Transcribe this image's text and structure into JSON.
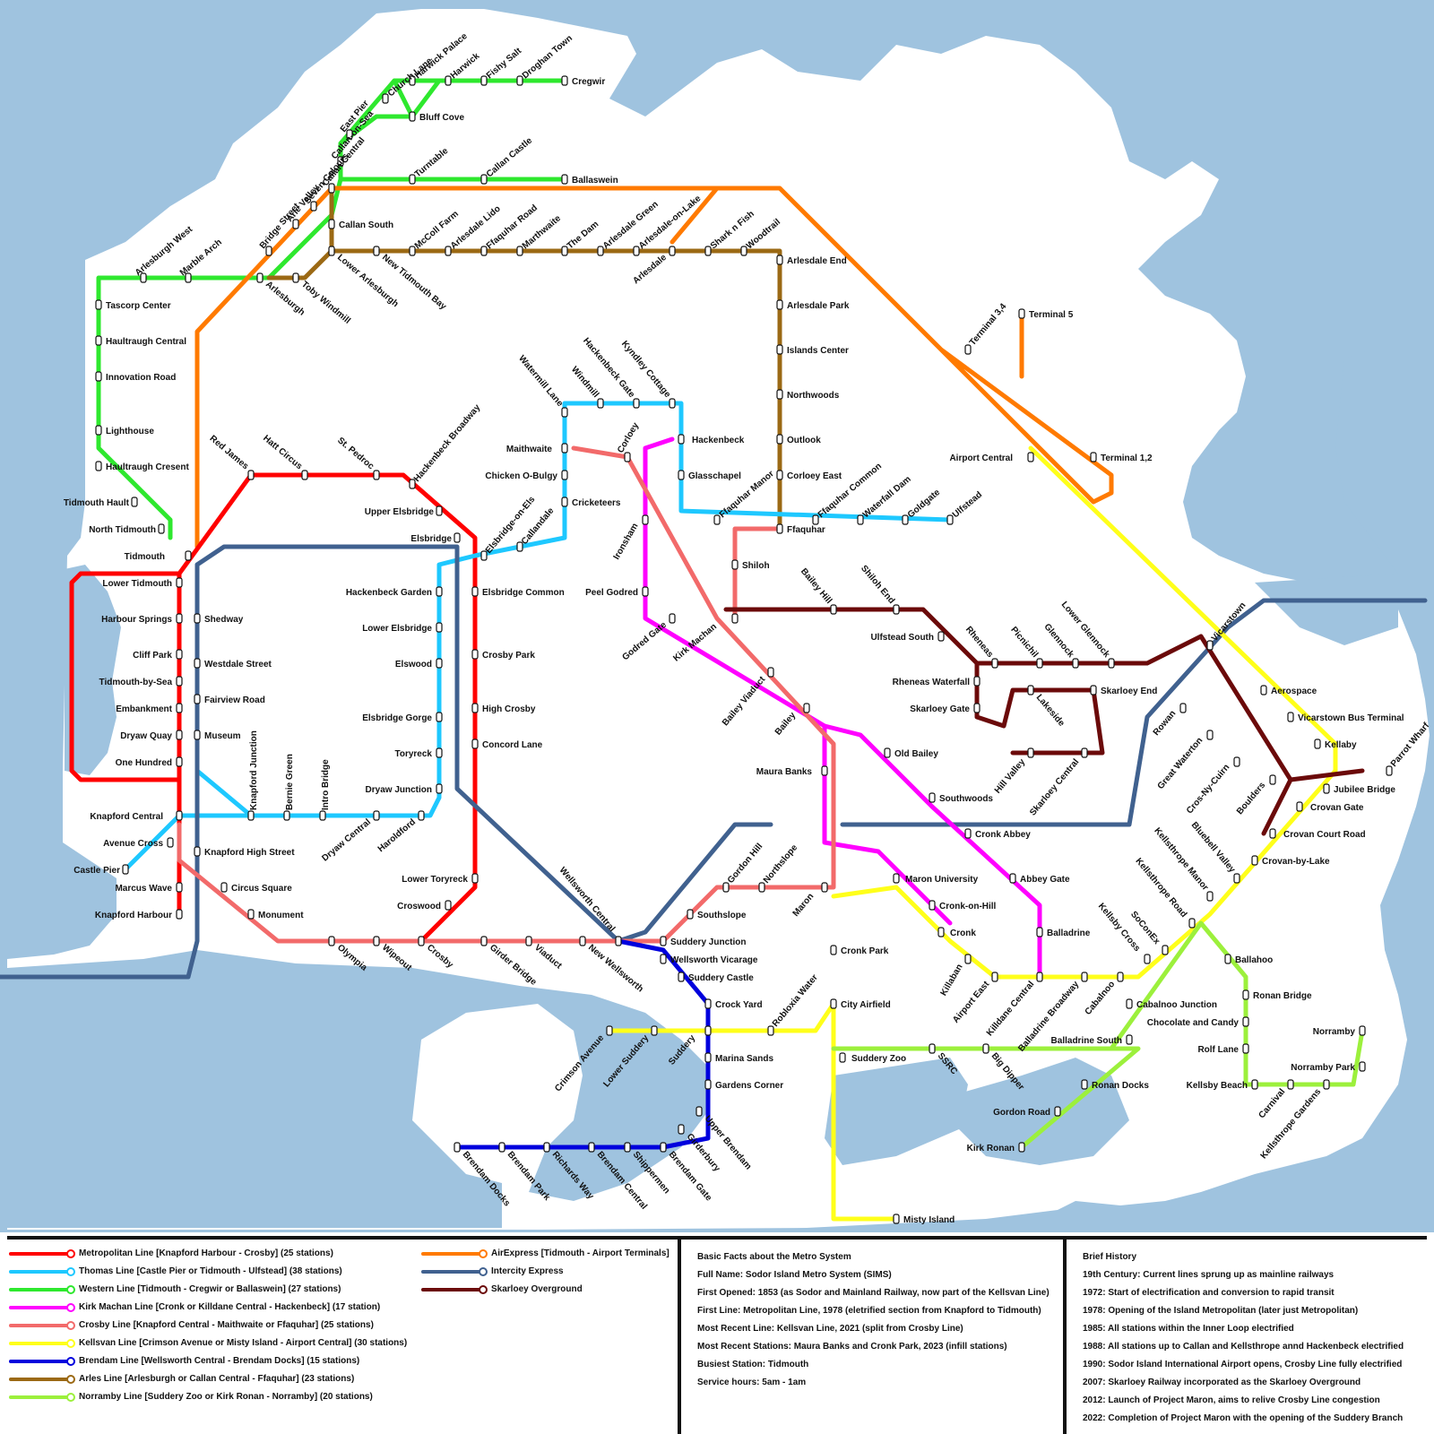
{
  "lines": [
    {
      "id": "metropolitan",
      "name": "Metropolitan Line [Knapford Harbour - Crosby] (25 stations)",
      "color": "#ff0000"
    },
    {
      "id": "thomas",
      "name": "Thomas Line [Castle Pier or Tidmouth - Ulfstead] (38 stations)",
      "color": "#1ec8ff"
    },
    {
      "id": "western",
      "name": "Western Line [Tidmouth - Cregwir or Ballaswein] (27 stations)",
      "color": "#2ee82e"
    },
    {
      "id": "kirkmachan",
      "name": "Kirk Machan Line [Cronk or Killdane Central - Hackenbeck] (17 station)",
      "color": "#ff00ff"
    },
    {
      "id": "crosby",
      "name": "Crosby Line [Knapford Central - Maithwaite or Ffaquhar] (25 stations)",
      "color": "#f26a6a"
    },
    {
      "id": "kellsvan",
      "name": "Kellsvan Line [Crimson Avenue or Misty Island - Airport Central] (30 stations)",
      "color": "#ffff1a"
    },
    {
      "id": "brendam",
      "name": "Brendam Line [Wellsworth Central - Brendam Docks] (15 stations)",
      "color": "#0000dd"
    },
    {
      "id": "arles",
      "name": "Arles Line [Arlesburgh or Callan Central - Ffaquhar] (23 stations)",
      "color": "#9b6914"
    },
    {
      "id": "norramby",
      "name": "Norramby Line [Suddery Zoo or Kirk Ronan - Norramby] (20 stations)",
      "color": "#9cf03c"
    },
    {
      "id": "airexpress",
      "name": "AirExpress [Tidmouth - Airport Terminals]",
      "color": "#ff7a00"
    },
    {
      "id": "intercity",
      "name": "Intercity Express",
      "color": "#40618f"
    },
    {
      "id": "skarloey",
      "name": "Skarloey Overground",
      "color": "#6b0a0a"
    }
  ],
  "facts": {
    "heading": "Basic Facts about the Metro System",
    "items": [
      "Full Name: Sodor Island Metro System (SIMS)",
      "First Opened: 1853 (as Sodor and Mainland Railway, now part of the Kellsvan Line)",
      "First Line: Metropolitan Line, 1978 (eletrified section from Knapford to Tidmouth)",
      "Most Recent Line: Kellsvan Line, 2021 (split from Crosby Line)",
      "Most Recent Stations: Maura Banks and Cronk Park, 2023 (infill stations)",
      "Busiest Station: Tidmouth",
      "Service hours: 5am -  1am"
    ]
  },
  "history": {
    "heading": "Brief History",
    "items": [
      "19th Century: Current lines sprung up as mainline railways",
      "1972: Start of electrification and conversion to rapid transit",
      "1978: Opening of the Island Metropolitan (later just Metropolitan)",
      "1985: All stations within the Inner Loop electrified",
      "1988: All stations up to Callan and Kellsthrope annd Hackenbeck electrified",
      "1990: Sodor Island International Airport opens, Crosby Line fully electrified",
      "2007: Skarloey Railway incorporated as the Skarloey Overground",
      "2012: Launch of Project Maron, aims to relive Crosby Line congestion",
      "2022: Completion of Project Maron with the opening of the Suddery Branch"
    ]
  },
  "stations": [
    {
      "name": "Cregwir"
    },
    {
      "name": "Droghan Town"
    },
    {
      "name": "Fishy Salt"
    },
    {
      "name": "Harwick"
    },
    {
      "name": "Harwick Palace"
    },
    {
      "name": "Church Lane"
    },
    {
      "name": "Bluff Cove"
    },
    {
      "name": "East Pier"
    },
    {
      "name": "Callan-on-Sea"
    },
    {
      "name": "Callan Central"
    },
    {
      "name": "Seven Colours"
    },
    {
      "name": "Arle Valley"
    },
    {
      "name": "Bridge Street"
    },
    {
      "name": "Turntable"
    },
    {
      "name": "Callan Castle"
    },
    {
      "name": "Ballaswein"
    },
    {
      "name": "Callan South"
    },
    {
      "name": "McColl Farm"
    },
    {
      "name": "Arlesdale Lido"
    },
    {
      "name": "Ffaquhar Road"
    },
    {
      "name": "Marthwaite"
    },
    {
      "name": "The Dam"
    },
    {
      "name": "Arlesdale Green"
    },
    {
      "name": "Arlesdale-on-Lake"
    },
    {
      "name": "Arlesdale"
    },
    {
      "name": "Shark n Fish"
    },
    {
      "name": "Woodtrail"
    },
    {
      "name": "Arlesdale End"
    },
    {
      "name": "Arlesdale Park"
    },
    {
      "name": "Islands Center"
    },
    {
      "name": "Northwoods"
    },
    {
      "name": "Outlook"
    },
    {
      "name": "Corloey East"
    },
    {
      "name": "Ffaquhar"
    },
    {
      "name": "Ffaquhar Common"
    },
    {
      "name": "Waterfall Dam"
    },
    {
      "name": "Goldgate"
    },
    {
      "name": "Ulfstead"
    },
    {
      "name": "Ffaquhar Manor"
    },
    {
      "name": "Lower Arlesburgh"
    },
    {
      "name": "New Tidmouth Bay"
    },
    {
      "name": "Toby Windmill"
    },
    {
      "name": "Arlesburgh"
    },
    {
      "name": "Arlesburgh West"
    },
    {
      "name": "Marble Arch"
    },
    {
      "name": "Tascorp Center"
    },
    {
      "name": "Haultraugh Central"
    },
    {
      "name": "Innovation Road"
    },
    {
      "name": "Lighthouse"
    },
    {
      "name": "Haultraugh Cresent"
    },
    {
      "name": "Tidmouth Hault"
    },
    {
      "name": "North Tidmouth"
    },
    {
      "name": "Tidmouth"
    },
    {
      "name": "Lower Tidmouth"
    },
    {
      "name": "Harbour Springs"
    },
    {
      "name": "Cliff Park"
    },
    {
      "name": "Tidmouth-by-Sea"
    },
    {
      "name": "Embankment"
    },
    {
      "name": "Dryaw Quay"
    },
    {
      "name": "One Hundred"
    },
    {
      "name": "Shedway"
    },
    {
      "name": "Westdale Street"
    },
    {
      "name": "Fairview Road"
    },
    {
      "name": "Museum"
    },
    {
      "name": "Knapford Junction"
    },
    {
      "name": "Bernie Green"
    },
    {
      "name": "Intro Bridge"
    },
    {
      "name": "Dryaw Central"
    },
    {
      "name": "Haroldford"
    },
    {
      "name": "Knapford Central"
    },
    {
      "name": "Avenue Cross"
    },
    {
      "name": "Castle Pier"
    },
    {
      "name": "Marcus Wave"
    },
    {
      "name": "Knapford Harbour"
    },
    {
      "name": "Knapford High Street"
    },
    {
      "name": "Circus Square"
    },
    {
      "name": "Monument"
    },
    {
      "name": "Olympia"
    },
    {
      "name": "Wipeout"
    },
    {
      "name": "Crosby"
    },
    {
      "name": "Girder Bridge"
    },
    {
      "name": "Viaduct"
    },
    {
      "name": "New Wellsworth"
    },
    {
      "name": "Suddery Junction"
    },
    {
      "name": "Red James"
    },
    {
      "name": "Hatt Circus"
    },
    {
      "name": "St. Pedroc"
    },
    {
      "name": "Hackenbeck Broadway"
    },
    {
      "name": "Upper Elsbridge"
    },
    {
      "name": "Elsbridge"
    },
    {
      "name": "Elsbridge-on-Els"
    },
    {
      "name": "Callandale"
    },
    {
      "name": "Elsbridge Common"
    },
    {
      "name": "Crosby Park"
    },
    {
      "name": "High Crosby"
    },
    {
      "name": "Concord Lane"
    },
    {
      "name": "Hackenbeck Garden"
    },
    {
      "name": "Lower Elsbridge"
    },
    {
      "name": "Elswood"
    },
    {
      "name": "Elsbridge Gorge"
    },
    {
      "name": "Toryreck"
    },
    {
      "name": "Dryaw Junction"
    },
    {
      "name": "Lower Toryreck"
    },
    {
      "name": "Croswood"
    },
    {
      "name": "Watermill Lane"
    },
    {
      "name": "Windmill"
    },
    {
      "name": "Hackenbeck Gate"
    },
    {
      "name": "Kyndley Cottage"
    },
    {
      "name": "Maithwaite"
    },
    {
      "name": "Corloey"
    },
    {
      "name": "Chicken O-Bulgy"
    },
    {
      "name": "Cricketeers"
    },
    {
      "name": "Hackenbeck"
    },
    {
      "name": "Glasschapel"
    },
    {
      "name": "Ironsham"
    },
    {
      "name": "Peel Godred"
    },
    {
      "name": "Godred Gate"
    },
    {
      "name": "Kirk Machan"
    },
    {
      "name": "Shiloh"
    },
    {
      "name": "Bailey Hill"
    },
    {
      "name": "Shiloh End"
    },
    {
      "name": "Ulfstead South"
    },
    {
      "name": "Rheneas"
    },
    {
      "name": "Picnichil"
    },
    {
      "name": "Glennock"
    },
    {
      "name": "Lower Glennock"
    },
    {
      "name": "Rheneas Waterfall"
    },
    {
      "name": "Skarloey Gate"
    },
    {
      "name": "Lakeside"
    },
    {
      "name": "Skarloey End"
    },
    {
      "name": "Hill Valley"
    },
    {
      "name": "Skarloey Central"
    },
    {
      "name": "Bailey Viaduct"
    },
    {
      "name": "Bailey"
    },
    {
      "name": "Old Bailey"
    },
    {
      "name": "Maura Banks"
    },
    {
      "name": "Southwoods"
    },
    {
      "name": "Cronk Abbey"
    },
    {
      "name": "Abbey Gate"
    },
    {
      "name": "Maron University"
    },
    {
      "name": "Cronk-on-Hill"
    },
    {
      "name": "Cronk"
    },
    {
      "name": "Balladrine"
    },
    {
      "name": "Killdane Central"
    },
    {
      "name": "Killaban"
    },
    {
      "name": "Airport East"
    },
    {
      "name": "Balladrine Broadway"
    },
    {
      "name": "Cabalnoo"
    },
    {
      "name": "Maron"
    },
    {
      "name": "Gordon Hill"
    },
    {
      "name": "Northslope"
    },
    {
      "name": "Southslope"
    },
    {
      "name": "Cronk Park"
    },
    {
      "name": "City Airfield"
    },
    {
      "name": "Wellsworth Central"
    },
    {
      "name": "Wellsworth Vicarage"
    },
    {
      "name": "Suddery Castle"
    },
    {
      "name": "Crock Yard"
    },
    {
      "name": "Robloxia Water"
    },
    {
      "name": "Crimson Avenue"
    },
    {
      "name": "Lower Suddery"
    },
    {
      "name": "Suddery"
    },
    {
      "name": "Marina Sands"
    },
    {
      "name": "Gardens Corner"
    },
    {
      "name": "Upper Brendam"
    },
    {
      "name": "Girderbury"
    },
    {
      "name": "Brendam Gate"
    },
    {
      "name": "Shippermen"
    },
    {
      "name": "Brendam Central"
    },
    {
      "name": "Richards Way"
    },
    {
      "name": "Brendam Park"
    },
    {
      "name": "Brendam Docks"
    },
    {
      "name": "Suddery Zoo"
    },
    {
      "name": "SSRC"
    },
    {
      "name": "Big Dipper"
    },
    {
      "name": "Balladrine South"
    },
    {
      "name": "Ronan Docks"
    },
    {
      "name": "Gordon Road"
    },
    {
      "name": "Kirk Ronan"
    },
    {
      "name": "Misty Island"
    },
    {
      "name": "Cabalnoo Junction"
    },
    {
      "name": "Chocolate and Candy"
    },
    {
      "name": "Rolf Lane"
    },
    {
      "name": "Kellsby Beach"
    },
    {
      "name": "Carnival"
    },
    {
      "name": "Kellsthrope Gardens"
    },
    {
      "name": "Norramby Park"
    },
    {
      "name": "Norramby"
    },
    {
      "name": "Ballahoo"
    },
    {
      "name": "Ronan Bridge"
    },
    {
      "name": "SoConEx"
    },
    {
      "name": "Kellsby Cross"
    },
    {
      "name": "Kellsthrope Road"
    },
    {
      "name": "Kellsthrope Manor"
    },
    {
      "name": "Bluebell Valley"
    },
    {
      "name": "Crovan-by-Lake"
    },
    {
      "name": "Crovan Court Road"
    },
    {
      "name": "Crovan Gate"
    },
    {
      "name": "Jubilee Bridge"
    },
    {
      "name": "Parrot Wharf"
    },
    {
      "name": "Boulders"
    },
    {
      "name": "Cros-Ny-Cuirn"
    },
    {
      "name": "Great Waterton"
    },
    {
      "name": "Rowan"
    },
    {
      "name": "Kellaby"
    },
    {
      "name": "Vicarstown Bus Terminal"
    },
    {
      "name": "Aerospace"
    },
    {
      "name": "Vicarstown"
    },
    {
      "name": "Airport Central"
    },
    {
      "name": "Terminal 1,2"
    },
    {
      "name": "Terminal 3,4"
    },
    {
      "name": "Terminal 5"
    }
  ]
}
